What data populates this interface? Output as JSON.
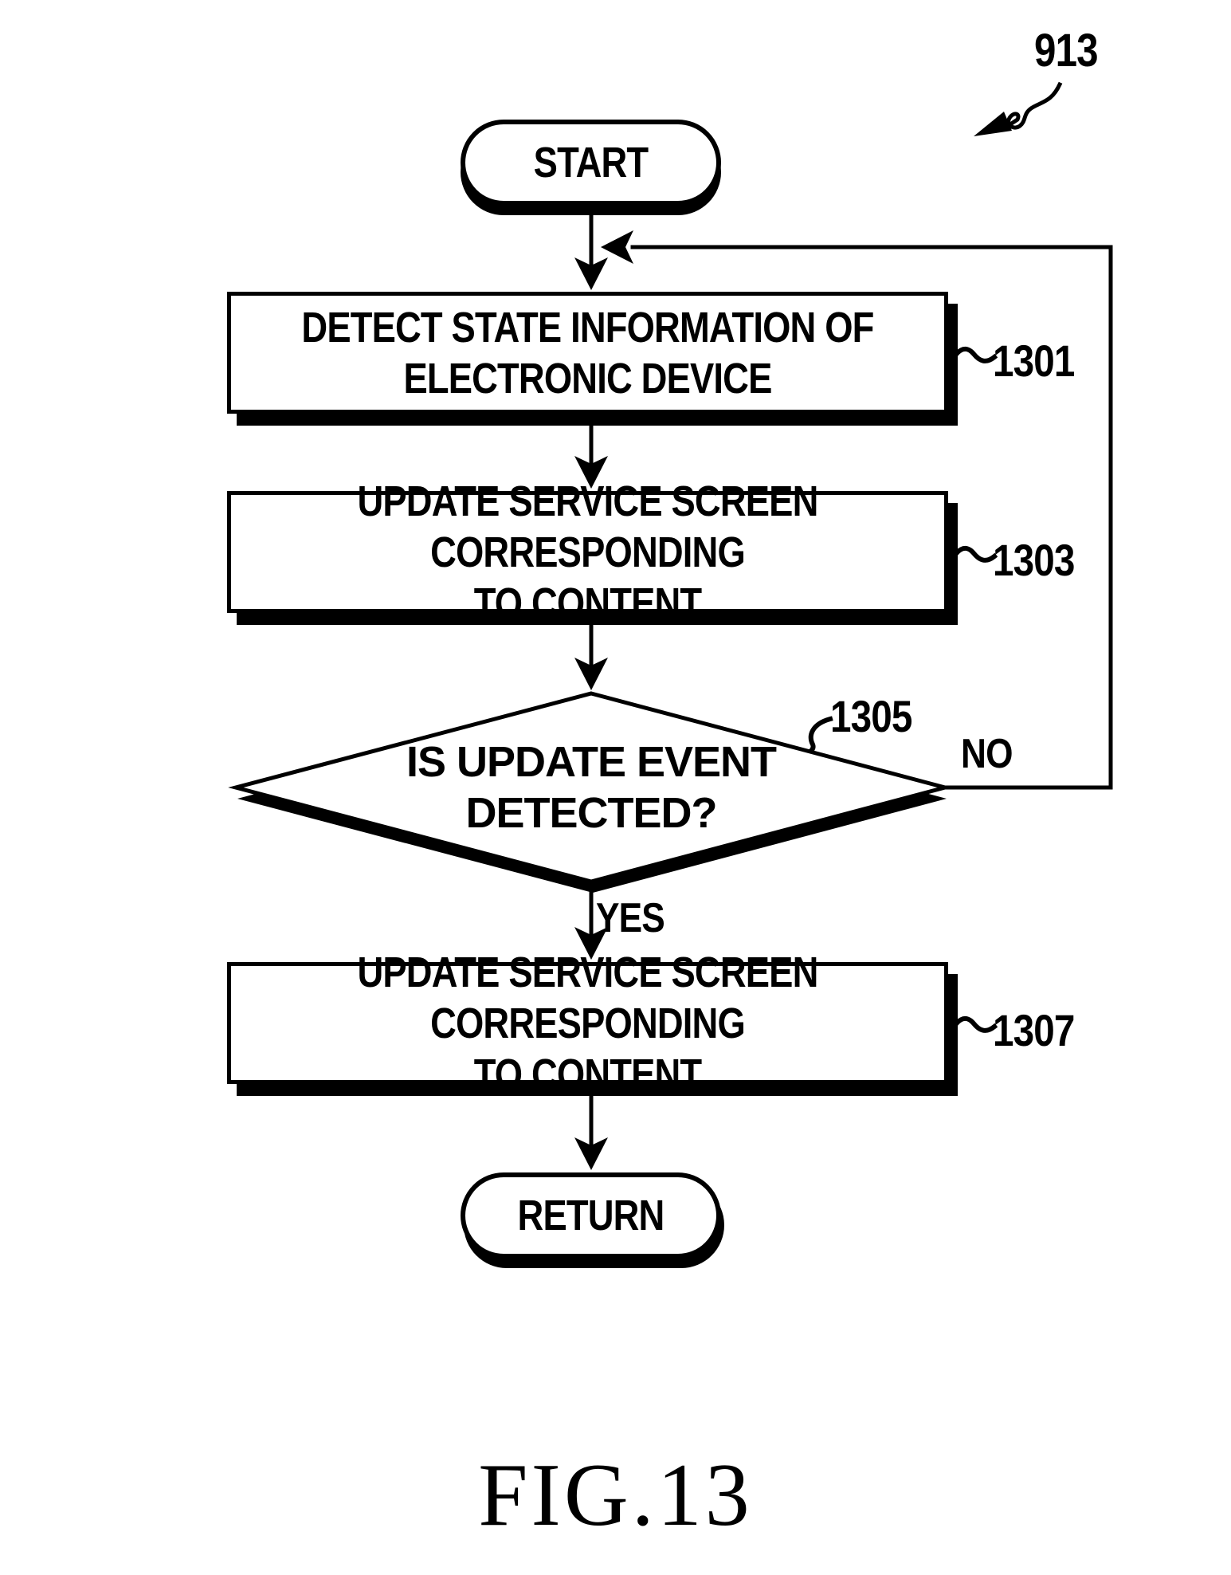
{
  "figure": {
    "reference_number": "913",
    "caption": "FIG.13"
  },
  "flowchart": {
    "terminals": {
      "start": "START",
      "return": "RETURN"
    },
    "steps": [
      {
        "ref": "1301",
        "text": "DETECT STATE INFORMATION OF\nELECTRONIC DEVICE"
      },
      {
        "ref": "1303",
        "text": "UPDATE SERVICE SCREEN CORRESPONDING\nTO CONTENT"
      },
      {
        "ref": "1307",
        "text": "UPDATE SERVICE SCREEN CORRESPONDING\nTO CONTENT"
      }
    ],
    "decision": {
      "ref": "1305",
      "text": "IS UPDATE EVENT\nDETECTED?",
      "yes_label": "YES",
      "no_label": "NO"
    },
    "colors": {
      "ink": "#000000",
      "paper": "#ffffff"
    }
  }
}
